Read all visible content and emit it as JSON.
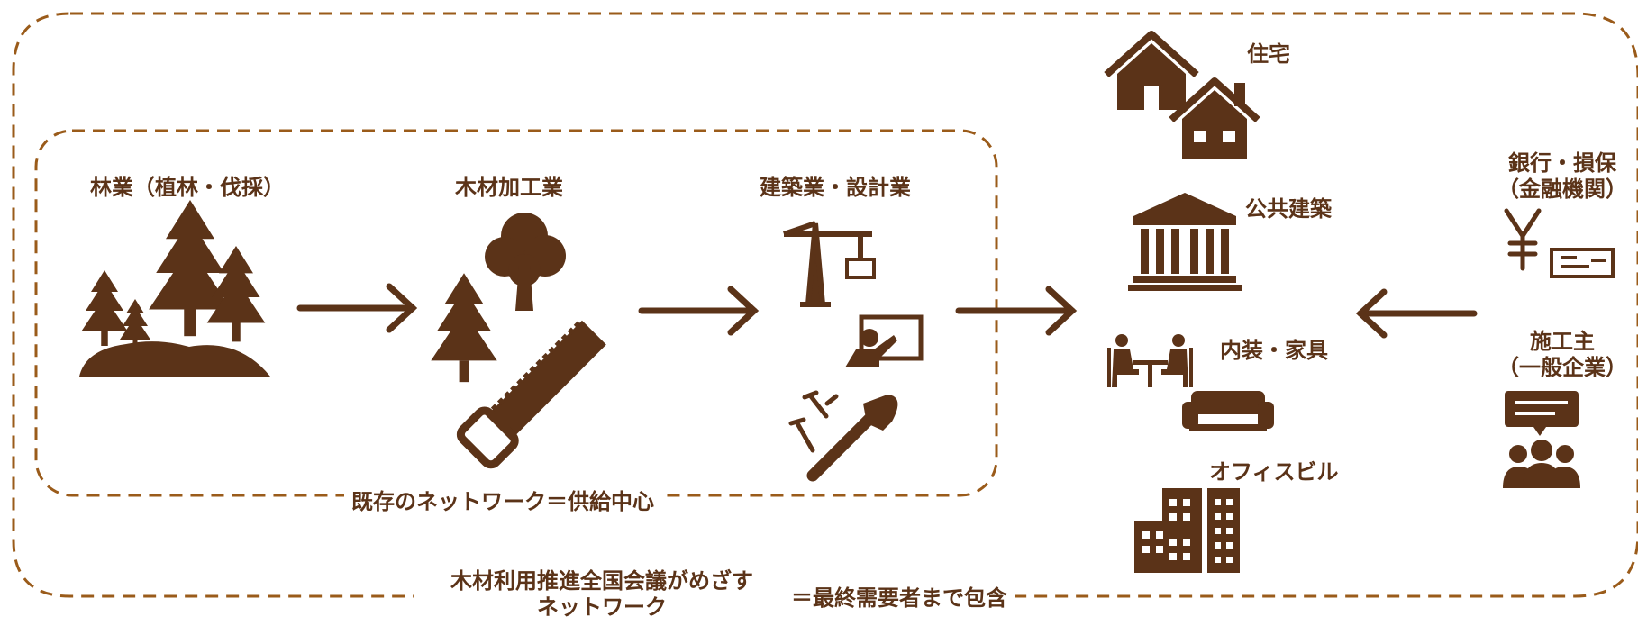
{
  "colors": {
    "brown": "#5b3318",
    "dash": "#9a5b1a",
    "background": "#ffffff"
  },
  "stages": {
    "forestry": {
      "label": "林業（植林・伐採）",
      "icon": "forest-icon"
    },
    "processing": {
      "label": "木材加工業",
      "icons": [
        "tree-icon",
        "deciduous-tree-icon",
        "saw-icon"
      ]
    },
    "construction": {
      "label": "建築業・設計業",
      "icons": [
        "crane-icon",
        "presenter-board-icon",
        "hammer-nails-icon"
      ]
    }
  },
  "demand": {
    "housing": {
      "label": "住宅",
      "icon": "houses-icon"
    },
    "public": {
      "label": "公共建築",
      "icon": "public-building-icon"
    },
    "interior": {
      "label": "内装・家具",
      "icons": [
        "meeting-table-icon",
        "sofa-icon"
      ]
    },
    "office": {
      "label": "オフィスビル",
      "icon": "office-buildings-icon"
    }
  },
  "supporters": {
    "finance": {
      "line1": "銀行・損保",
      "line2": "（金融機関）",
      "icons": [
        "yen-icon",
        "check-icon"
      ]
    },
    "owner": {
      "line1": "施工主",
      "line2": "（一般企業）",
      "icon": "people-speech-icon"
    }
  },
  "existing_network": {
    "label": "既存のネットワーク＝供給中心"
  },
  "target_network": {
    "line1": "木材利用推進全国会議がめざす",
    "line2": "ネットワーク",
    "suffix": "＝最終需要者まで包含"
  }
}
